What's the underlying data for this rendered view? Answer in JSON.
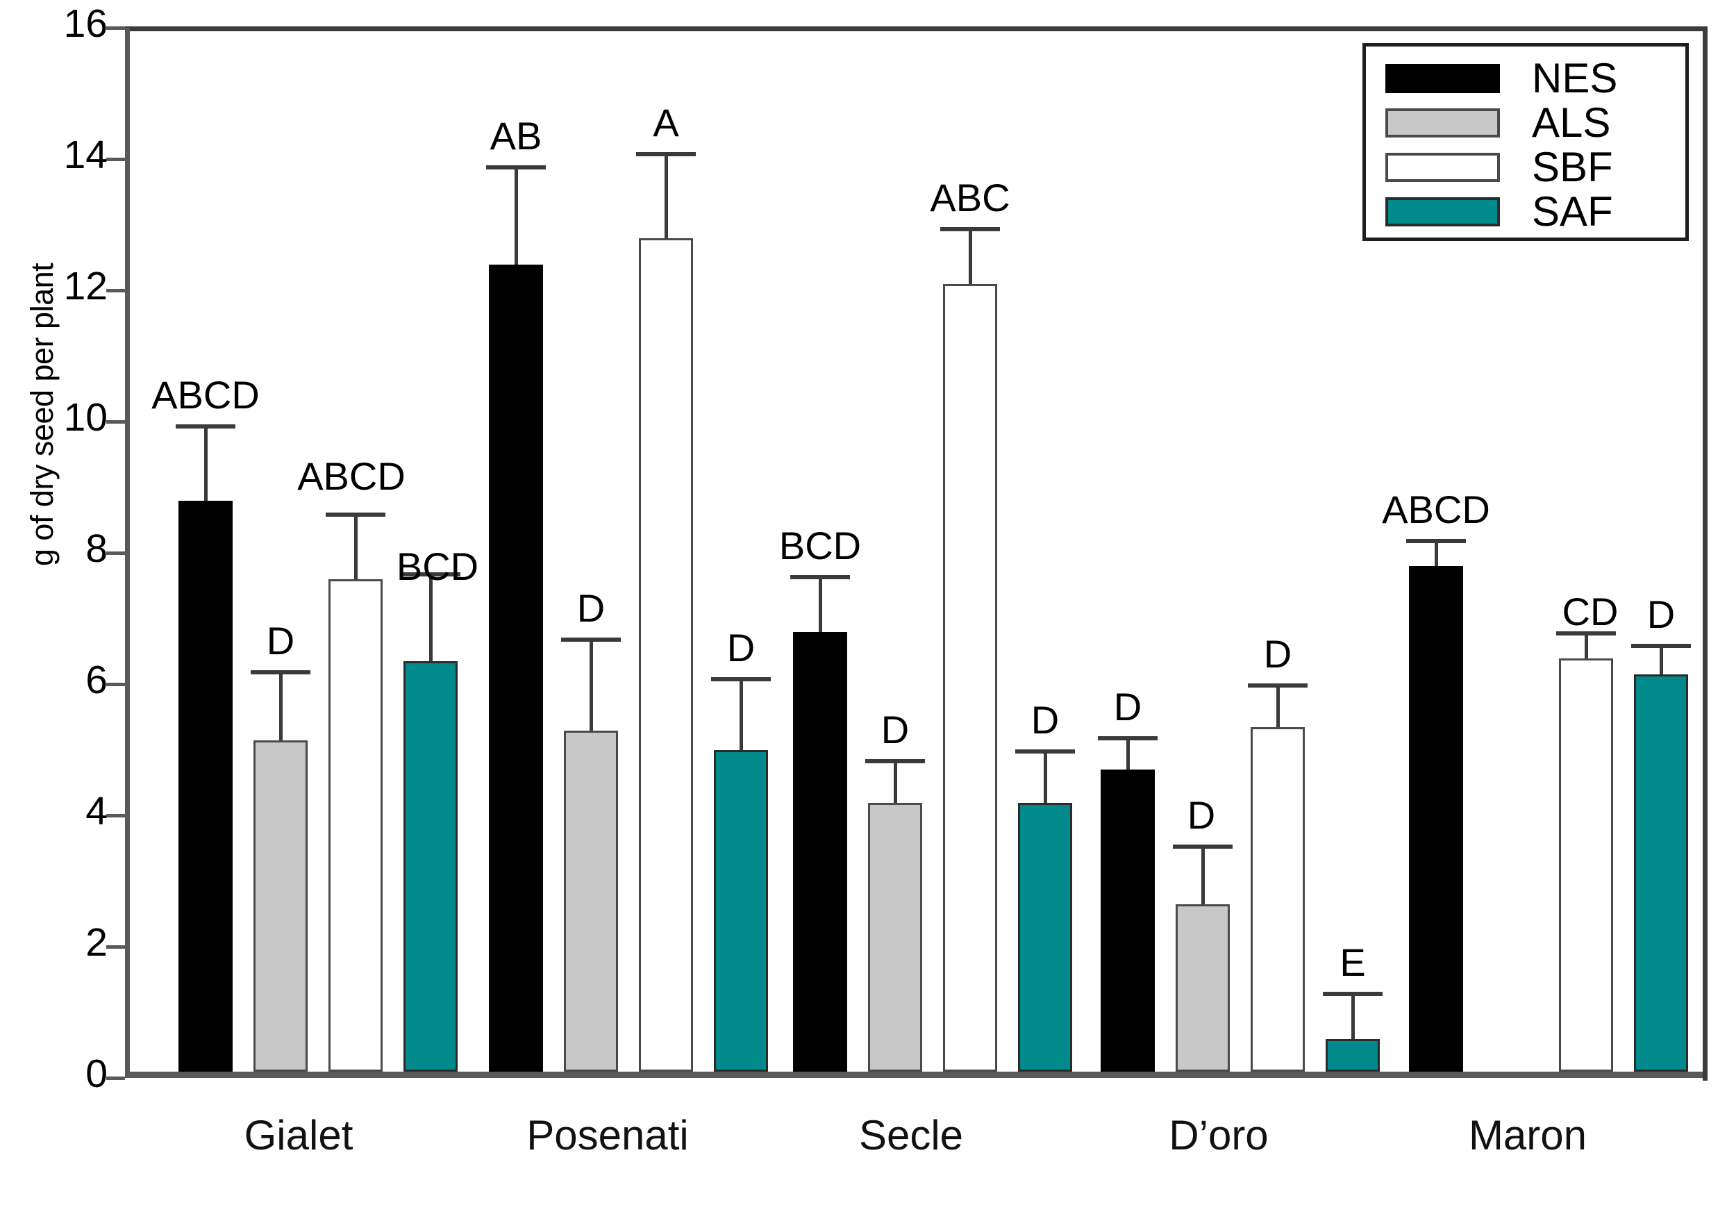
{
  "chart_data": {
    "type": "bar",
    "title": "",
    "xlabel": "",
    "ylabel": "g of dry seed per plant",
    "ylim": [
      0,
      16
    ],
    "yticks": [
      "0",
      "2",
      "4",
      "6",
      "8",
      "10",
      "12",
      "14",
      "16"
    ],
    "grid": false,
    "legend_position": "top-right",
    "categories": [
      "Gialet",
      "Posenati",
      "Secle",
      "D’oro",
      "Maron"
    ],
    "series": [
      {
        "name": "NES",
        "color": "#000000",
        "values": [
          8.7,
          12.3,
          6.7,
          4.6,
          7.7
        ],
        "errors": [
          1.1,
          1.45,
          0.8,
          0.45,
          0.35
        ],
        "labels": [
          "ABCD",
          "AB",
          "BCD",
          "D",
          "ABCD"
        ]
      },
      {
        "name": "ALS",
        "color": "#c8c8c8",
        "values": [
          5.05,
          5.2,
          4.1,
          2.55,
          null
        ],
        "errors": [
          1.0,
          1.35,
          0.6,
          0.85,
          null
        ],
        "labels": [
          "D",
          "D",
          "D",
          "D",
          null
        ]
      },
      {
        "name": "SBF",
        "color": "#ffffff",
        "values": [
          7.5,
          12.7,
          12.0,
          5.25,
          6.3
        ],
        "errors": [
          0.95,
          1.25,
          0.8,
          0.6,
          0.35
        ],
        "labels": [
          "ABCD",
          "A",
          "ABC",
          "D",
          "CD"
        ]
      },
      {
        "name": "SAF",
        "color": "#008a8c",
        "values": [
          6.25,
          4.9,
          4.1,
          0.5,
          6.05
        ],
        "errors": [
          1.3,
          1.05,
          0.75,
          0.65,
          0.4
        ],
        "labels": [
          "BCD",
          "D",
          "D",
          "E",
          "D"
        ]
      }
    ]
  },
  "legend": {
    "items": [
      {
        "label": "NES",
        "swatch": "nes"
      },
      {
        "label": "ALS",
        "swatch": "als"
      },
      {
        "label": "SBF",
        "swatch": "sbf"
      },
      {
        "label": "SAF",
        "swatch": "saf"
      }
    ]
  },
  "axis": {
    "y_label": "g of dry seed per plant",
    "y_ticks": [
      "16",
      "14",
      "12",
      "10",
      "8",
      "6",
      "4",
      "2",
      "0"
    ],
    "x_labels": [
      "Gialet",
      "Posenati",
      "Secle",
      "D’oro",
      "Maron"
    ]
  },
  "colors": {
    "nes": "#000000",
    "als": "#c8c8c8",
    "sbf": "#ffffff",
    "saf": "#008a8c",
    "axis": "#595959",
    "frame": "#3b3b3b"
  }
}
